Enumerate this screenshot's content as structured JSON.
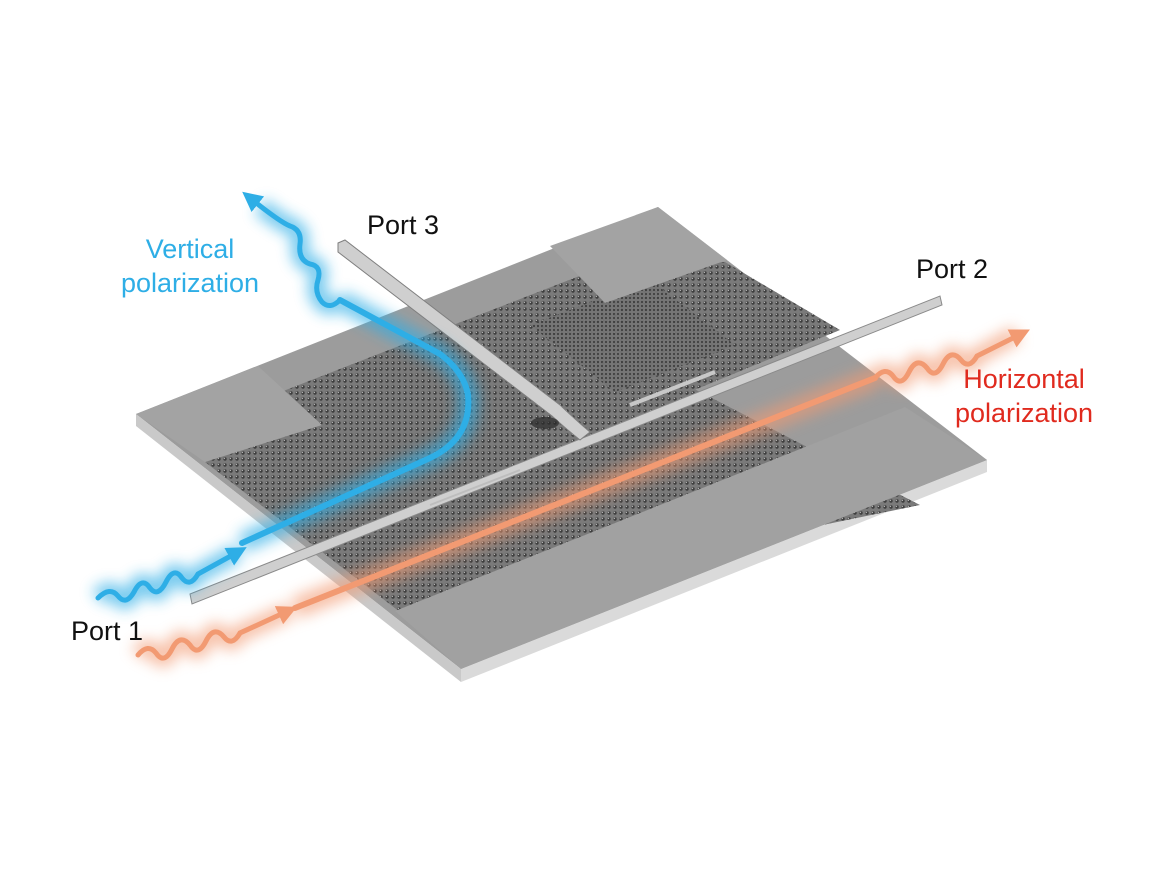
{
  "labels": {
    "port1": "Port 1",
    "port2": "Port 2",
    "port3": "Port 3",
    "vertical_line1": "Vertical",
    "vertical_line2": "polarization",
    "horizontal_line1": "Horizontal",
    "horizontal_line2": "polarization"
  },
  "colors": {
    "vertical": "#2eaee6",
    "horizontal": "#f29a72",
    "horizontal_text": "#e02a1e",
    "slab_top": "#9a9a9a",
    "slab_side": "#d6d6d6",
    "lattice": "#6e6e6e"
  }
}
